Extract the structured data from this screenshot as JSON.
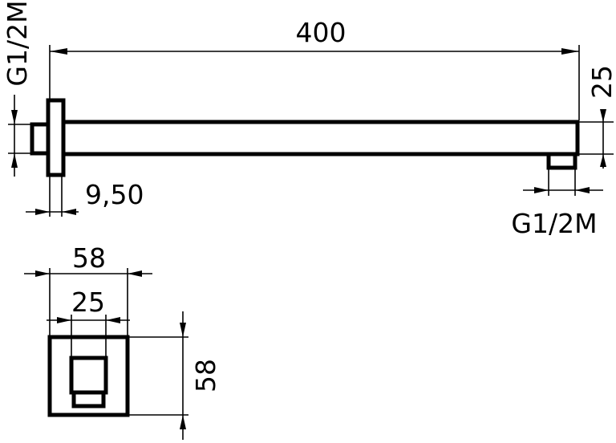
{
  "labels": {
    "arm_length": "400",
    "arm_height": "25",
    "thread_left": "G1/2M",
    "thread_right": "G1/2M",
    "flange_thickness": "9,50",
    "flange_width": "58",
    "inner_width": "25",
    "flange_height": "58"
  },
  "colors": {
    "line": "#000000",
    "background": "#ffffff"
  }
}
